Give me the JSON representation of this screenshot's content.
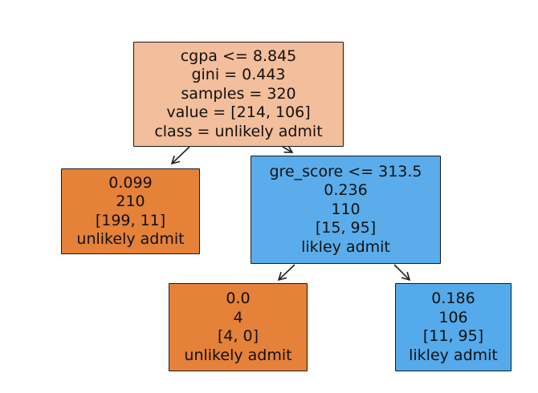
{
  "colors": {
    "light_orange": "#f2be9b",
    "orange": "#e58139",
    "blue": "#54aaea",
    "medium_blue": "#5aadea",
    "edge": "#222222"
  },
  "tree": {
    "root": {
      "lines": [
        "cgpa <= 8.845",
        "gini = 0.443",
        "samples = 320",
        "value = [214, 106]",
        "class = unlikely admit"
      ]
    },
    "left": {
      "lines": [
        "0.099",
        "210",
        "[199, 11]",
        "unlikely admit"
      ]
    },
    "right": {
      "lines": [
        "gre_score <= 313.5",
        "0.236",
        "110",
        "[15, 95]",
        "likley admit"
      ]
    },
    "right_left": {
      "lines": [
        "0.0",
        "4",
        "[4, 0]",
        "unlikely admit"
      ]
    },
    "right_right": {
      "lines": [
        "0.186",
        "106",
        "[11, 95]",
        "likley admit"
      ]
    }
  }
}
